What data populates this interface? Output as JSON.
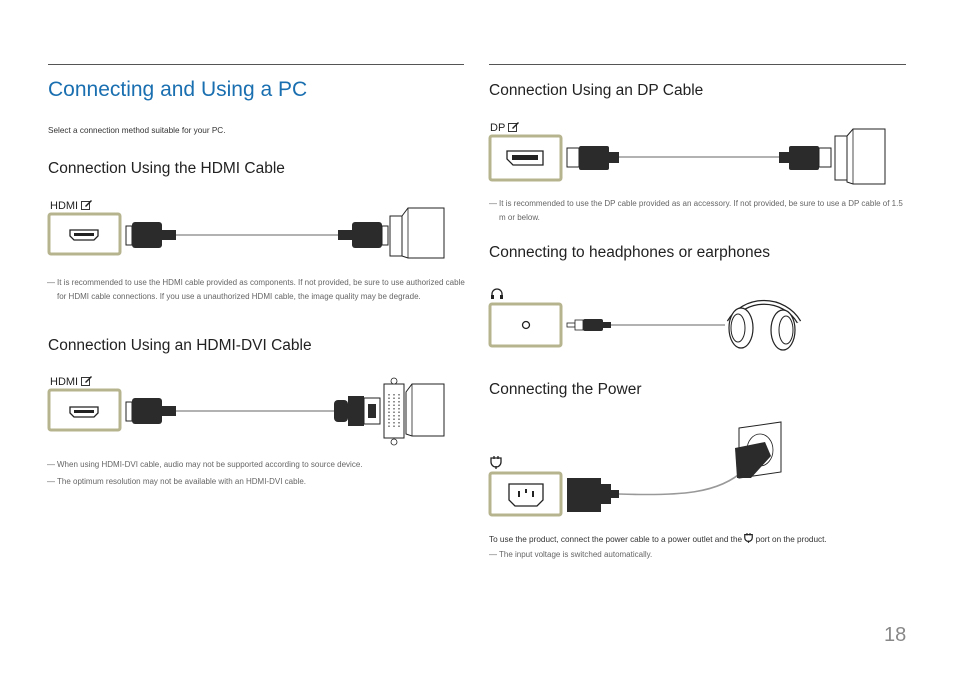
{
  "page": {
    "title": "Connecting and Using a PC",
    "intro": "Select a connection method suitable for your PC.",
    "page_number": "18"
  },
  "hdmi": {
    "heading": "Connection Using the HDMI Cable",
    "port_label": "HDMI",
    "note": "It is recommended to use the HDMI cable provided as components. If not provided, be sure to use authorized cable for HDMI cable connections. If you use a unauthorized HDMI cable, the image quality may be degrade."
  },
  "hdmi_dvi": {
    "heading": "Connection Using an HDMI-DVI Cable",
    "port_label": "HDMI",
    "notes": [
      "When using HDMI-DVI cable, audio may not be supported according to source device.",
      "The optimum resolution may not be available with an HDMI-DVI cable."
    ]
  },
  "dp": {
    "heading": "Connection Using an DP Cable",
    "port_label": "DP",
    "note": "It is recommended to use the DP cable provided as an accessory. If not provided, be sure to use a DP cable of 1.5 m or below."
  },
  "headphones": {
    "heading": "Connecting to headphones or earphones",
    "port_icon": "headphone-icon"
  },
  "power": {
    "heading": "Connecting the Power",
    "port_icon": "power-plug-icon",
    "text_before": "To use the product, connect the power cable to a power outlet and the",
    "text_after": "port on the product.",
    "note": "The input voltage is switched automatically."
  },
  "note_dash": "―",
  "colors": {
    "title_blue": "#1a6fb0",
    "port_frame": "#b6b48e",
    "cable_dark": "#2b2b2b"
  }
}
